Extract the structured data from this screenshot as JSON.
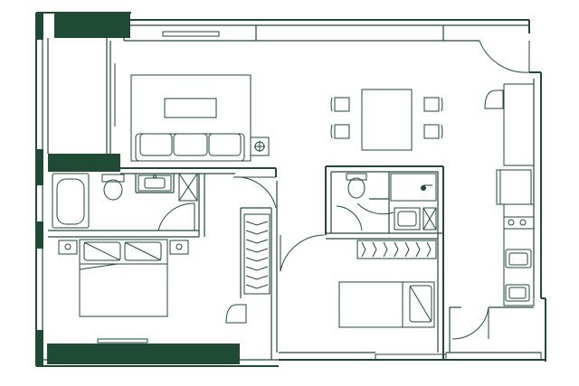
{
  "plan": {
    "wall_color": "#1e4a36",
    "background": "#ffffff",
    "rooms": [
      "living-room",
      "dining-area",
      "kitchen",
      "master-bedroom",
      "second-bedroom",
      "master-bathroom",
      "second-bathroom",
      "walk-in-closet",
      "balcony"
    ],
    "furniture_icons": [
      "sofa-icon",
      "coffee-table-icon",
      "dining-table-icon",
      "bed-icon",
      "bathtub-icon",
      "toilet-icon",
      "sink-icon",
      "shower-icon",
      "stove-icon",
      "refrigerator-icon",
      "wardrobe-icon",
      "plant-icon"
    ]
  }
}
